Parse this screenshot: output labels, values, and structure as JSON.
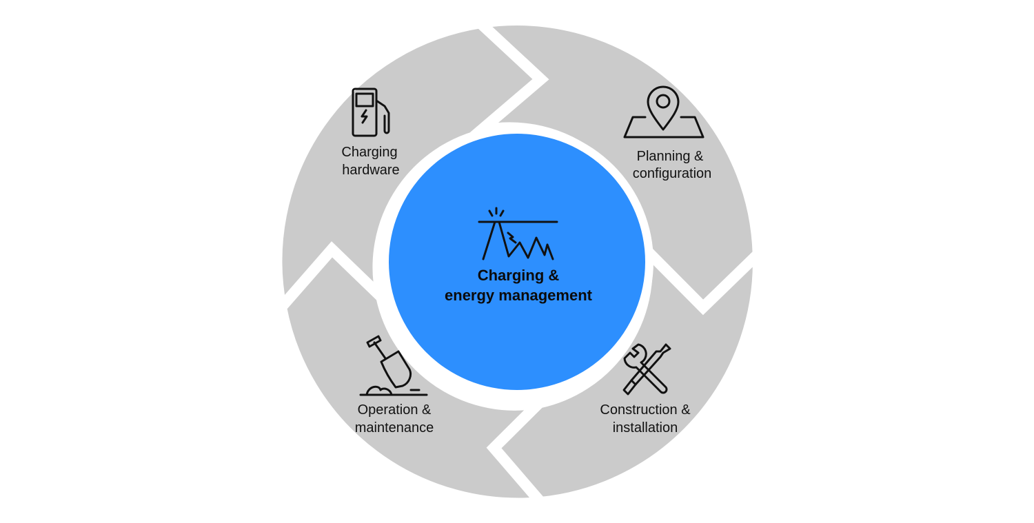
{
  "center": {
    "line1": "Charging &",
    "line2": "energy management",
    "icon": "energy-graph-icon"
  },
  "segments": [
    {
      "line1": "Charging",
      "line2": "hardware",
      "icon": "charging-station-icon"
    },
    {
      "line1": "Planning &",
      "line2": "configuration",
      "icon": "map-pin-icon"
    },
    {
      "line1": "Construction &",
      "line2": "installation",
      "icon": "wrench-screwdriver-icon"
    },
    {
      "line1": "Operation &",
      "line2": "maintenance",
      "icon": "shovel-icon"
    }
  ],
  "colors": {
    "segment": "#cbcbcb",
    "center": "#2d8ffe",
    "text": "#111111",
    "background": "#ffffff"
  }
}
